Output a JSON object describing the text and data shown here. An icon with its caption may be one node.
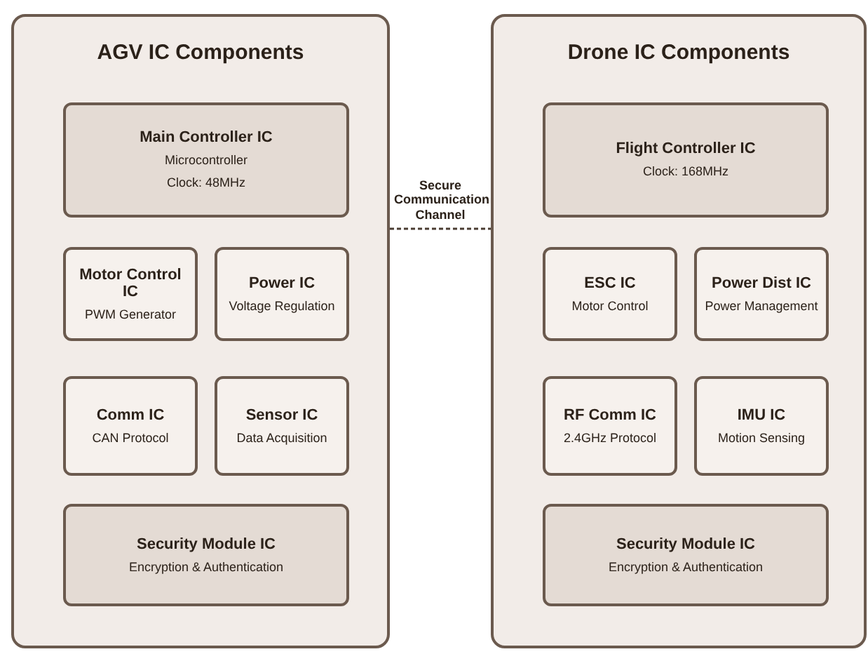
{
  "diagram": {
    "nodes": [
      {
        "text": [
          "AGV IC Components"
        ]
      },
      {
        "text": [
          "Main Controller IC",
          "Microcontroller",
          "Clock: 48MHz"
        ],
        "in": 0
      },
      {
        "text": [
          "Motor Control IC",
          "PWM Generator"
        ],
        "in": 0
      },
      {
        "text": [
          "Power IC",
          "Voltage Regulation"
        ],
        "in": 0
      },
      {
        "text": [
          "Comm IC",
          "CAN Protocol"
        ],
        "in": 0
      },
      {
        "text": [
          "Sensor IC",
          "Data Acquisition"
        ],
        "in": 0
      },
      {
        "text": [
          "Security Module IC",
          "Encryption & Authentication"
        ],
        "in": 0
      },
      {
        "text": [
          "Drone IC Components"
        ]
      },
      {
        "text": [
          "Flight Controller IC",
          "Clock: 168MHz"
        ],
        "in": 7
      },
      {
        "text": [
          "ESC IC",
          "Motor Control"
        ],
        "in": 7
      },
      {
        "text": [
          "Power Dist IC",
          "Power Management"
        ],
        "in": 7
      },
      {
        "text": [
          "RF Comm IC",
          "2.4GHz Protocol"
        ],
        "in": 7
      },
      {
        "text": [
          "IMU IC",
          "Motion Sensing"
        ],
        "in": 7
      },
      {
        "text": [
          "Security Module IC",
          "Encryption & Authentication"
        ],
        "in": 7
      }
    ],
    "edges": [
      {
        "from": 0,
        "to": 7,
        "arrow": "none",
        "label": "Secure Communication Channel",
        "style": "dashed"
      }
    ]
  }
}
